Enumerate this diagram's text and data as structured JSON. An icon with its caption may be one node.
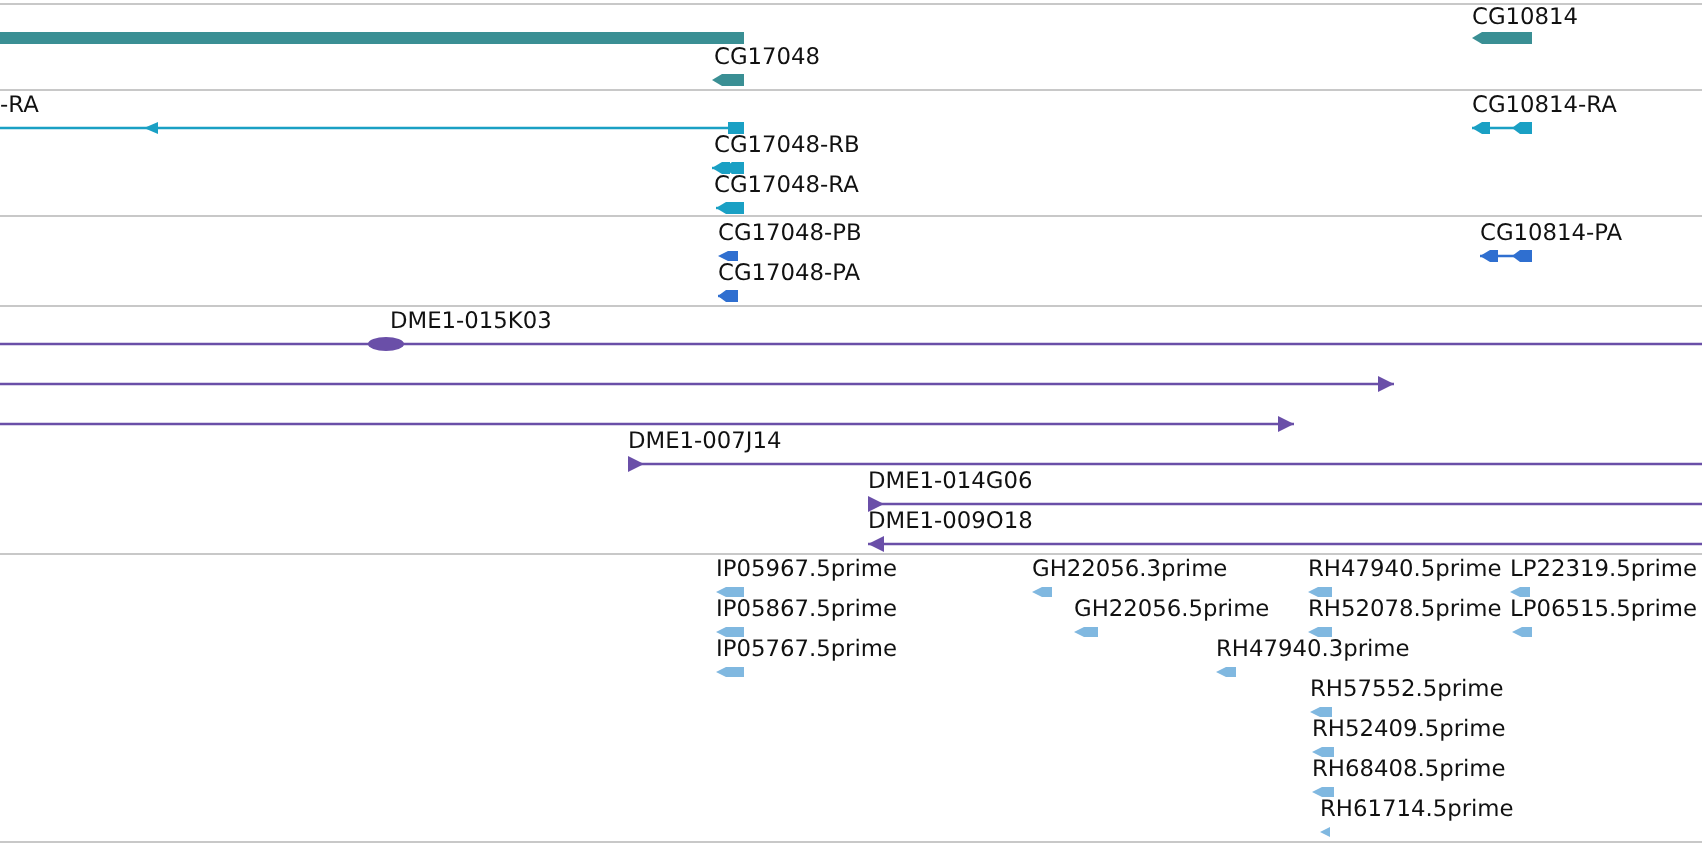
{
  "diagram": {
    "labels": [
      "CG10814",
      "CG17048",
      "-RA",
      "CG10814-RA",
      "CG17048-RB",
      "CG17048-RA",
      "CG17048-PB",
      "CG10814-PA",
      "CG17048-PA",
      "DME1-015K03",
      "DME1-007J14",
      "DME1-014G06",
      "DME1-009O18",
      "IP05967.5prime",
      "GH22056.3prime",
      "RH47940.5prime",
      "LP22319.5prime",
      "IP05867.5prime",
      "GH22056.5prime",
      "RH52078.5prime",
      "LP06515.5prime",
      "IP05767.5prime",
      "RH47940.3prime",
      "RH57552.5prime",
      "RH52409.5prime",
      "RH68408.5prime",
      "RH61714.5prime"
    ]
  }
}
